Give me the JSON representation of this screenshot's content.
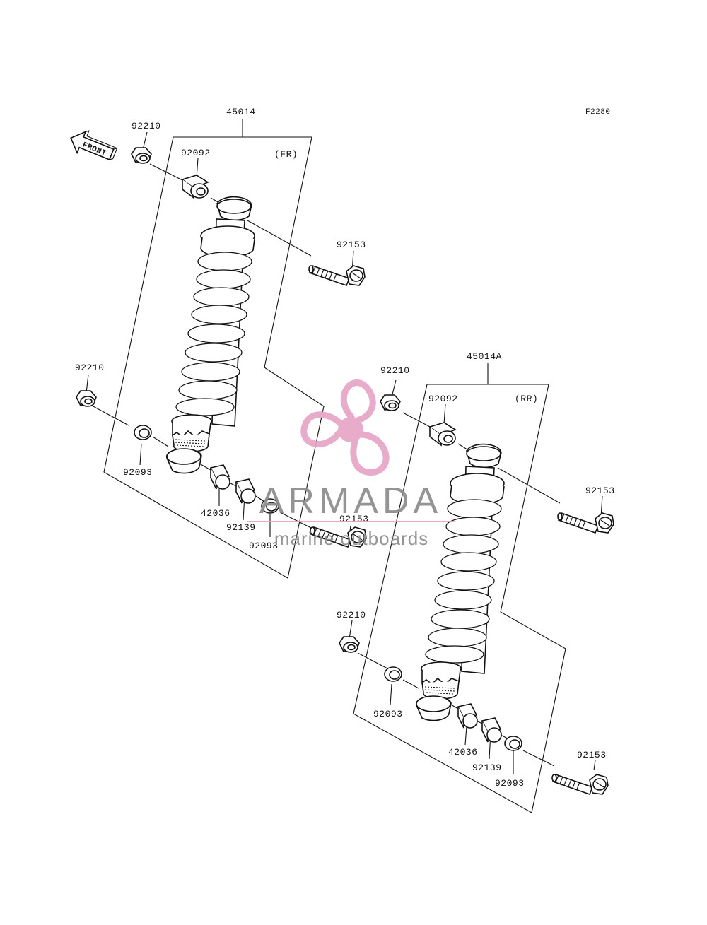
{
  "diagram": {
    "figure_code": "F2280",
    "front_label": "FRONT",
    "front_assembly": {
      "assembly_number": "45014",
      "position_tag": "(FR)",
      "upper_nut": "92210",
      "upper_bushing": "92092",
      "upper_bolt": "92153",
      "lower_nut": "92210",
      "lower_washer_left": "92093",
      "lower_collar": "42036",
      "lower_bushing": "92139",
      "lower_washer_right": "92093",
      "lower_bolt": "92153"
    },
    "rear_assembly": {
      "assembly_number": "45014A",
      "position_tag": "(RR)",
      "upper_nut": "92210",
      "upper_bushing": "92092",
      "upper_bolt": "92153",
      "lower_nut": "92210",
      "lower_washer_left": "92093",
      "lower_collar": "42036",
      "lower_bushing": "92139",
      "lower_washer_right": "92093",
      "lower_bolt": "92153"
    }
  },
  "watermark": {
    "brand": "ARMADA",
    "tagline": "marine outboards",
    "logo_color": "#e7a6c6",
    "text_color": "#8c8c8c"
  }
}
